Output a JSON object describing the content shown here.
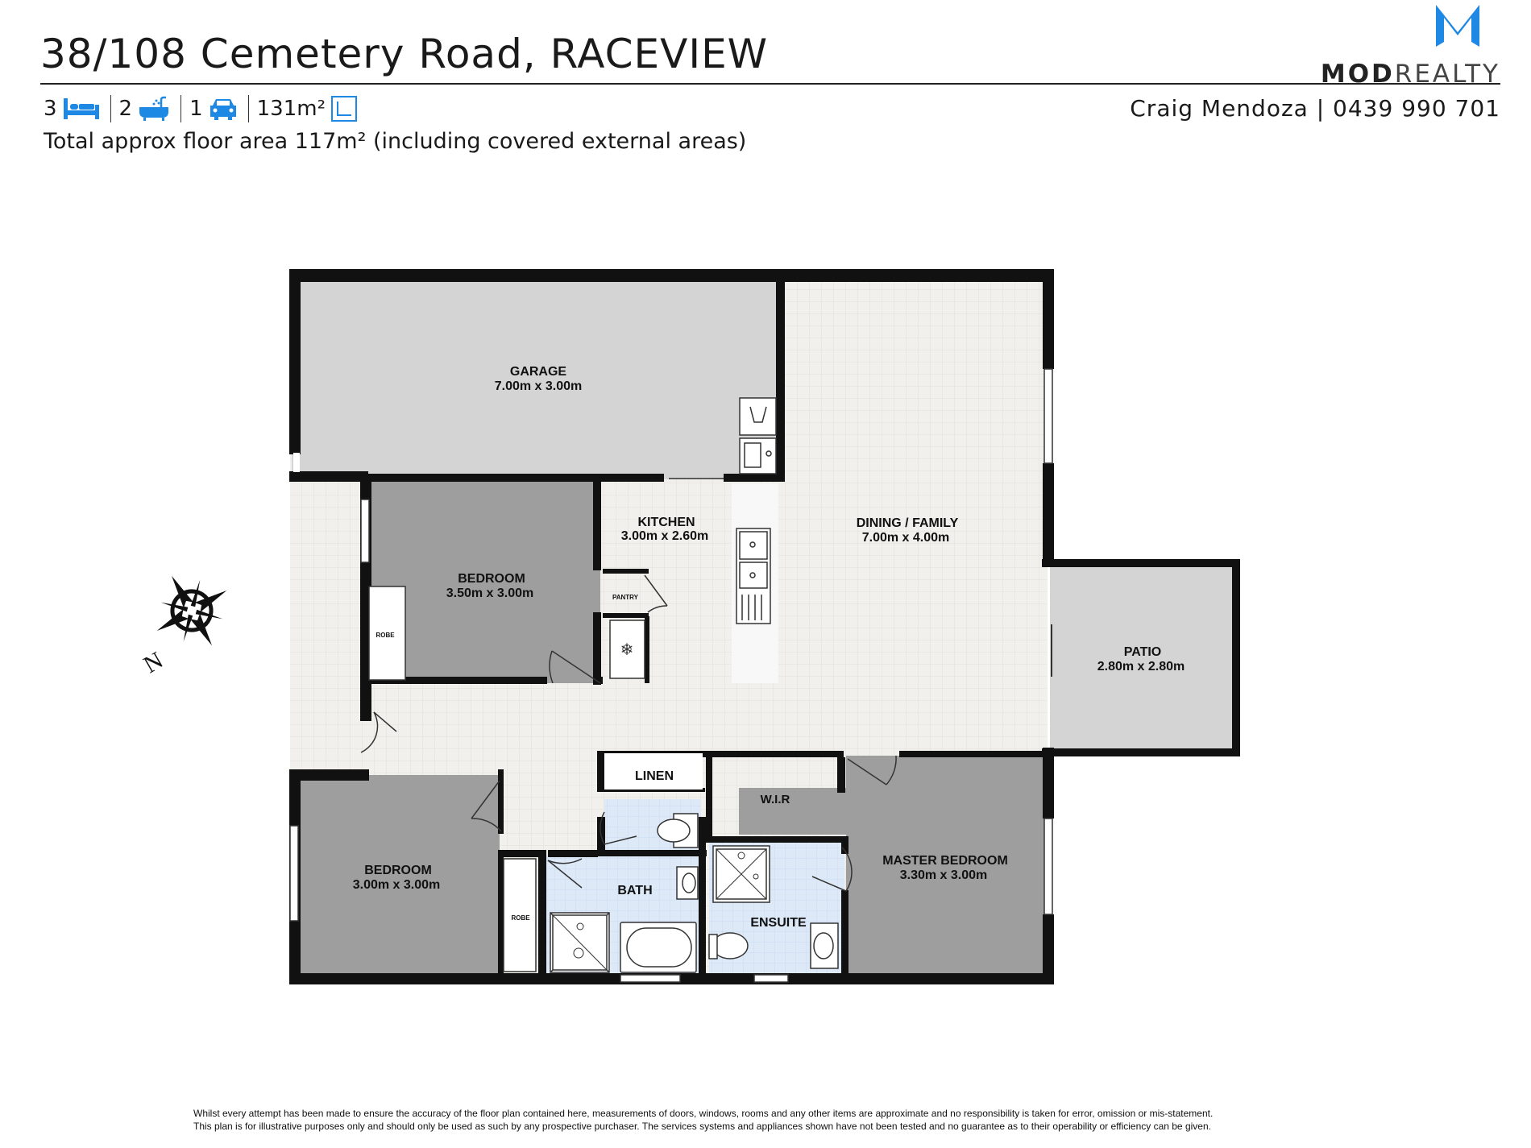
{
  "header": {
    "title": "38/108 Cemetery Road, RACEVIEW",
    "bedrooms": "3",
    "bathrooms": "2",
    "car_spaces": "1",
    "land_area": "131m²",
    "floor_area_note": "Total approx floor area 117m² (including covered external areas)",
    "agent": "Craig Mendoza | 0439 990 701"
  },
  "brand": {
    "logo_bold": "MOD",
    "logo_rest": "REALTY",
    "accent_color": "#1e88e5"
  },
  "rooms": {
    "garage": {
      "name": "GARAGE",
      "size": "7.00m  x 3.00m"
    },
    "kitchen": {
      "name": "KITCHEN",
      "size": "3.00m  x 2.60m"
    },
    "dining": {
      "name": "DINING / FAMILY",
      "size": "7.00m  x 4.00m"
    },
    "bedroom1": {
      "name": "BEDROOM",
      "size": "3.50m  x 3.00m"
    },
    "bedroom2": {
      "name": "BEDROOM",
      "size": "3.00m  x 3.00m"
    },
    "master": {
      "name": "MASTER BEDROOM",
      "size": "3.30m  x 3.00m"
    },
    "patio": {
      "name": "PATIO",
      "size": "2.80m  x 2.80m"
    },
    "pantry": "PANTRY",
    "robe1": "ROBE",
    "robe2": "ROBE",
    "linen": "LINEN",
    "wir": "W.I.R",
    "bath": "BATH",
    "ensuite": "ENSUITE"
  },
  "compass": {
    "north": "N"
  },
  "disclaimer": {
    "line1": "Whilst every attempt has been made to ensure the accuracy of the floor plan contained here, measurements of doors, windows, rooms and any other items are approximate and no responsibility is taken for error, omission or mis-statement.",
    "line2": "This plan is for illustrative purposes only and should only be used as such by any prospective purchaser. The services systems and appliances shown have not been tested and no guarantee as to their operability or efficiency can be given."
  }
}
